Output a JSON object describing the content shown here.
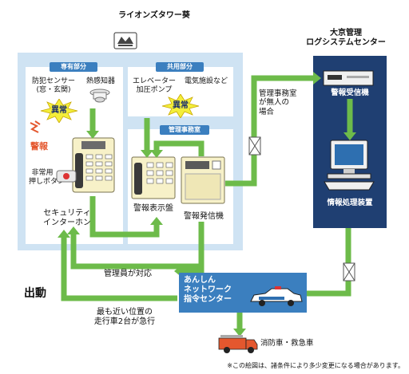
{
  "building": {
    "title": "ライオンズタワー葵",
    "private_area": {
      "header": "専有部分",
      "sensor_label": "防犯センサー\n(窓・玄関)",
      "heat_label": "熱感知器",
      "alert1": "異常",
      "alarm_word": "警報",
      "emergency_button": "非常用\n押しボタン",
      "intercom_label": "セキュリティ\nインターホン"
    },
    "common_area": {
      "header": "共用部分",
      "elevator_label": "エレベーター\n加圧ポンプ",
      "electrical_label": "電気施設など",
      "alert2": "異常"
    },
    "office": {
      "header": "管理事務室",
      "display_panel_label": "警報表示盤",
      "transmitter_label": "警報発信機"
    }
  },
  "center": {
    "title": "大京管理\nログシステムセンター",
    "receiver_label": "警報受信機",
    "processor_label": "情報処理装置"
  },
  "unmanned_note": "管理事務室\nが無人の\n場合",
  "manager_response": "管理員が対応",
  "dispatch": "出動",
  "network_center": "あんしん\nネットワーク\n指令センター",
  "rush_note": "最も近い位置の\n走行車2台が急行",
  "fire_truck_label": "消防車・救急車",
  "footnote": "※この絵図は、諸条件により多少変更になる場合があります。",
  "colors": {
    "building_bg": "#cfe3f3",
    "header_blue": "#3b7fbf",
    "center_navy": "#1f3f72",
    "line_green": "#6dbb4a",
    "alert_yellow": "#f3ee3a",
    "alarm_red": "#e4572e"
  }
}
